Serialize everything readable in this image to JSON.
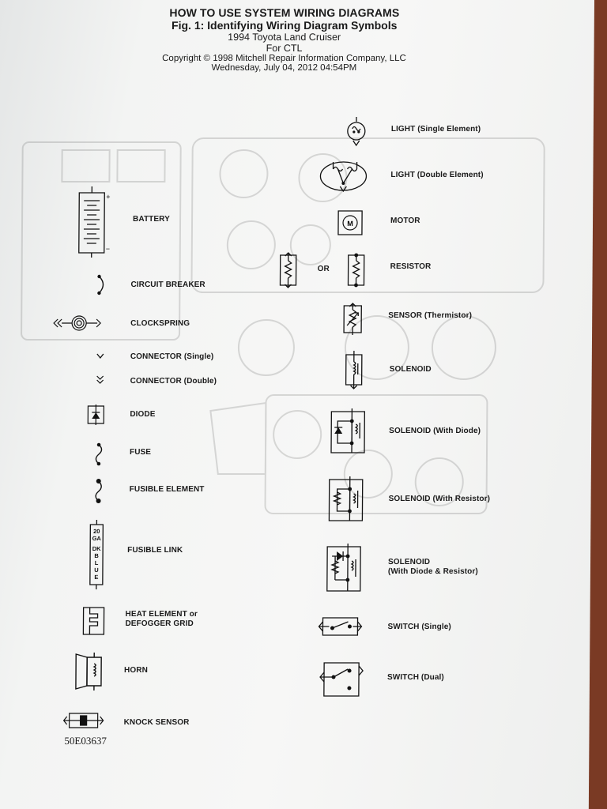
{
  "header": {
    "title": "HOW TO USE SYSTEM WIRING DIAGRAMS",
    "subtitle": "Fig. 1:  Identifying Wiring Diagram Symbols",
    "vehicle": "1994 Toyota Land Cruiser",
    "for_line": "For CTL",
    "copyright": "Copyright © 1998 Mitchell Repair Information Company, LLC",
    "datetime": "Wednesday, July 04, 2012  04:54PM"
  },
  "left_symbols": [
    {
      "label": "BATTERY",
      "icon": "battery-icon"
    },
    {
      "label": "CIRCUIT BREAKER",
      "icon": "circuit-breaker-icon"
    },
    {
      "label": "CLOCKSPRING",
      "icon": "clockspring-icon"
    },
    {
      "label": "CONNECTOR (Single)",
      "icon": "connector-single-icon"
    },
    {
      "label": "CONNECTOR (Double)",
      "icon": "connector-double-icon"
    },
    {
      "label": "DIODE",
      "icon": "diode-icon"
    },
    {
      "label": "FUSE",
      "icon": "fuse-icon"
    },
    {
      "label": "FUSIBLE ELEMENT",
      "icon": "fusible-element-icon"
    },
    {
      "label": "FUSIBLE LINK",
      "icon": "fusible-link-icon",
      "text_lines": [
        "20",
        "GA",
        "DK",
        "B",
        "L",
        "U",
        "E"
      ]
    },
    {
      "label_lines": [
        "HEAT ELEMENT or",
        "DEFOGGER GRID"
      ],
      "icon": "heat-element-icon"
    },
    {
      "label": "HORN",
      "icon": "horn-icon"
    },
    {
      "label": "KNOCK SENSOR",
      "icon": "knock-sensor-icon"
    }
  ],
  "right_symbols": [
    {
      "label": "LIGHT (Single Element)",
      "icon": "light-single-icon"
    },
    {
      "label": "LIGHT (Double Element)",
      "icon": "light-double-icon"
    },
    {
      "label": "MOTOR",
      "icon": "motor-icon",
      "glyph": "M"
    },
    {
      "label": "RESISTOR",
      "icon": "resistor-icon",
      "or_text": "OR"
    },
    {
      "label": "SENSOR (Thermistor)",
      "icon": "thermistor-icon"
    },
    {
      "label": "SOLENOID",
      "icon": "solenoid-icon"
    },
    {
      "label": "SOLENOID (With Diode)",
      "icon": "solenoid-diode-icon"
    },
    {
      "label": "SOLENOID (With Resistor)",
      "icon": "solenoid-resistor-icon"
    },
    {
      "label_lines": [
        "SOLENOID",
        "(With Diode & Resistor)"
      ],
      "icon": "solenoid-diode-resistor-icon"
    },
    {
      "label": "SWITCH (Single)",
      "icon": "switch-single-icon"
    },
    {
      "label": "SWITCH (Dual)",
      "icon": "switch-dual-icon"
    }
  ],
  "figure_code": "50E03637"
}
